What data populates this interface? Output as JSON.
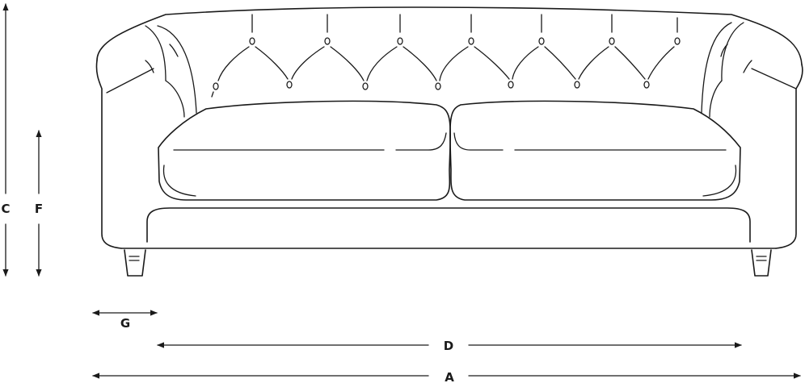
{
  "diagram": {
    "ink_color": "#1a1a1a",
    "background": "#ffffff",
    "dimensions": {
      "C": "C",
      "F": "F",
      "G": "G",
      "D": "D",
      "A": "A"
    }
  }
}
